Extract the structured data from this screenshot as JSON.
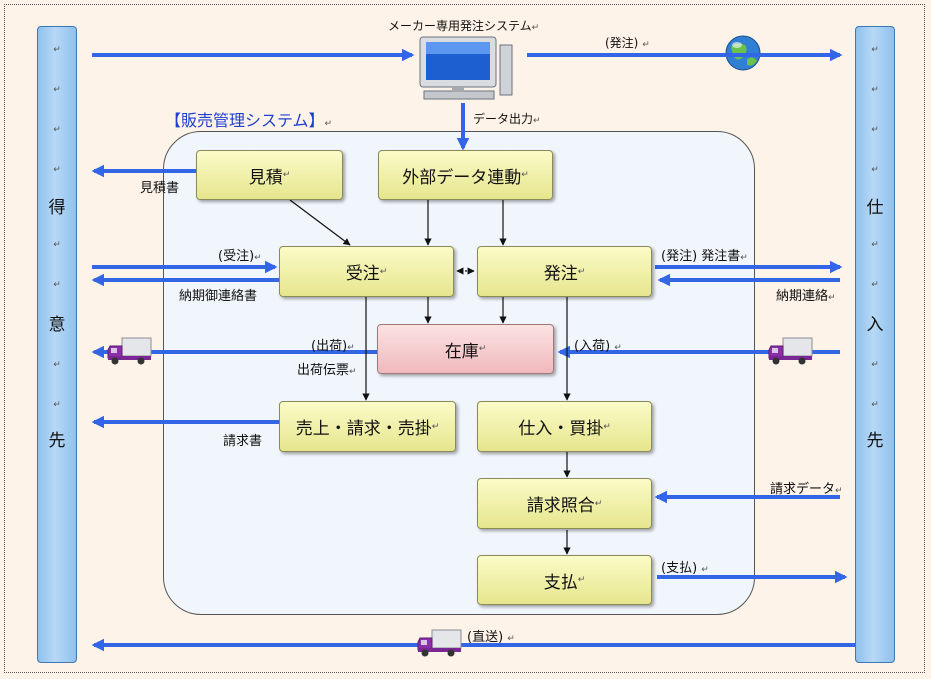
{
  "title": "【販売管理システム】",
  "maker_system": "メーカー専用発注システム",
  "left_column": [
    "得",
    "意",
    "先"
  ],
  "right_column": [
    "仕",
    "入",
    "先"
  ],
  "boxes": {
    "mitsumori": "見積",
    "gaibu": "外部データ連動",
    "juchu": "受注",
    "hachu": "発注",
    "zaiko": "在庫",
    "uriage": "売上・請求・売掛",
    "shiire": "仕入・買掛",
    "seikyu_shogo": "請求照合",
    "shiharai": "支払"
  },
  "labels": {
    "data_output": "データ出力",
    "hachu_top": "(発注)",
    "mitsumorisho": "見積書",
    "juchu_paren": "(受注)",
    "nouki_gorenraku": "納期御連絡書",
    "hachu_paren_sho": "(発注) 発注書",
    "nouki_renraku": "納期連絡",
    "shukka_paren": "(出荷)",
    "shukka_denpyo": "出荷伝票",
    "nyuka_paren": "(入荷)",
    "seikyusho": "請求書",
    "seikyu_data": "請求データ",
    "shiharai_paren": "(支払)",
    "chokuso_paren": "(直送)"
  },
  "return_mark": "↵",
  "icons": [
    "computer-monitor-icon",
    "globe-icon",
    "delivery-truck-icon"
  ],
  "colors": {
    "arrow": "#3366e6",
    "column": "#9cc8ef",
    "box": "#f3f3ae",
    "stock": "#f4c7ca",
    "title": "#1f3fd0"
  }
}
